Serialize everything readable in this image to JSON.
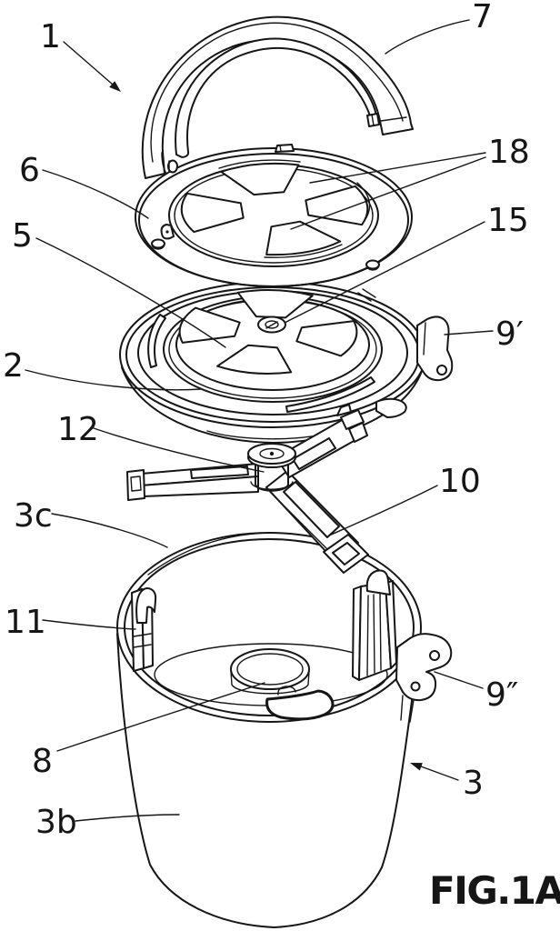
{
  "figure": {
    "caption": "FIG.1A",
    "reference_labels": {
      "n1": "1",
      "n2": "2",
      "n3": "3",
      "n3b": "3b",
      "n3c": "3c",
      "n5": "5",
      "n6": "6",
      "n7": "7",
      "n8": "8",
      "n9p": "9′",
      "n9pp": "9″",
      "n10": "10",
      "n11": "11",
      "n12": "12",
      "n15": "15",
      "n18": "18"
    },
    "colors": {
      "ink": "#161616",
      "paper": "#ffffff"
    }
  }
}
